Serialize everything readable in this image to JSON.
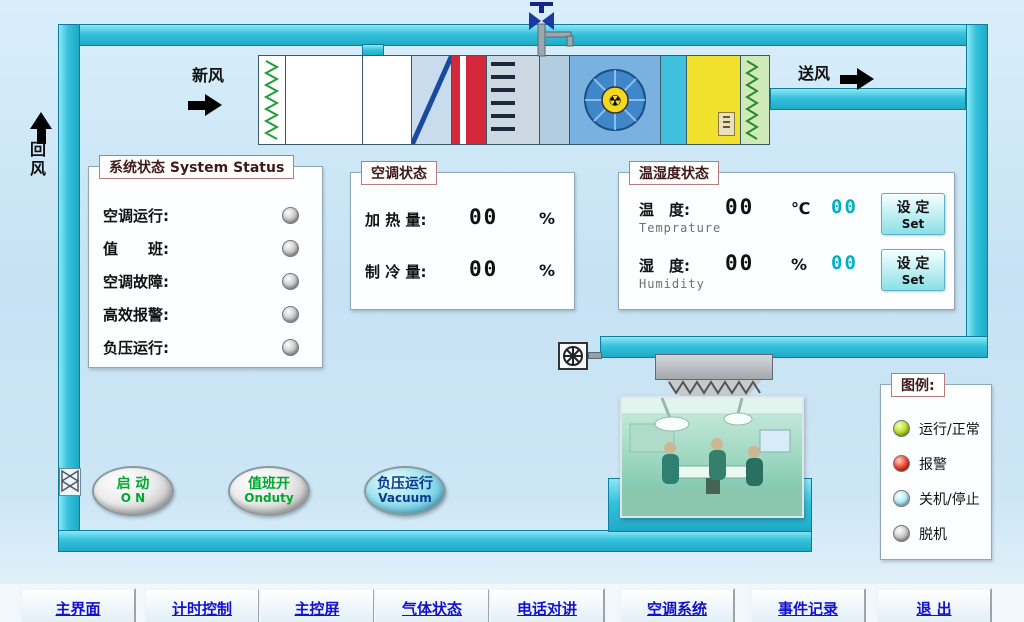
{
  "colors": {
    "duct": "#35c2dd",
    "led_green": "#9acb00",
    "led_red": "#d81c08",
    "led_lightblue": "#8fd8ea",
    "led_gray": "#b5b5b5",
    "setpoint_accent": "#00b0c4",
    "nav_text": "#1212cc",
    "start_text_green": "#00a830"
  },
  "duct_labels": {
    "fresh_air": "新风",
    "supply_air": "送风",
    "return_air_1": "回",
    "return_air_2": "风"
  },
  "system_status": {
    "title": "系统状态 System Status",
    "items": [
      {
        "label": "空调运行:",
        "state": "gray"
      },
      {
        "label": "值　　班:",
        "state": "gray"
      },
      {
        "label": "空调故障:",
        "state": "gray"
      },
      {
        "label": "高效报警:",
        "state": "gray"
      },
      {
        "label": "负压运行:",
        "state": "gray"
      }
    ]
  },
  "ac_status": {
    "title": "空调状态",
    "rows": [
      {
        "label": "加 热 量:",
        "value": "00",
        "unit": "%"
      },
      {
        "label": "制 冷 量:",
        "value": "00",
        "unit": "%"
      }
    ]
  },
  "temp_humidity": {
    "title": "温湿度状态",
    "rows": [
      {
        "label": "温　度:",
        "sublabel": "Temprature",
        "value": "00",
        "unit": "℃",
        "setpoint": "00",
        "set_cn": "设 定",
        "set_en": "Set"
      },
      {
        "label": "湿　度:",
        "sublabel": "Humidity",
        "value": "00",
        "unit": "%",
        "setpoint": "00",
        "set_cn": "设 定",
        "set_en": "Set"
      }
    ]
  },
  "control_buttons": [
    {
      "line1": "启 动",
      "line2": "O N"
    },
    {
      "line1": "值班开",
      "line2": "Onduty"
    },
    {
      "line1": "负压运行",
      "line2": "Vacuum"
    }
  ],
  "legend": {
    "title": "图例:",
    "items": [
      {
        "label": "运行/正常",
        "state": "green"
      },
      {
        "label": "报警",
        "state": "red"
      },
      {
        "label": "关机/停止",
        "state": "lightblue"
      },
      {
        "label": "脱机",
        "state": "gray"
      }
    ]
  },
  "nav_buttons": [
    "主界面",
    "计时控制",
    "主控屏",
    "气体状态",
    "电话对讲",
    "空调系统",
    "事件记录",
    "退 出"
  ]
}
